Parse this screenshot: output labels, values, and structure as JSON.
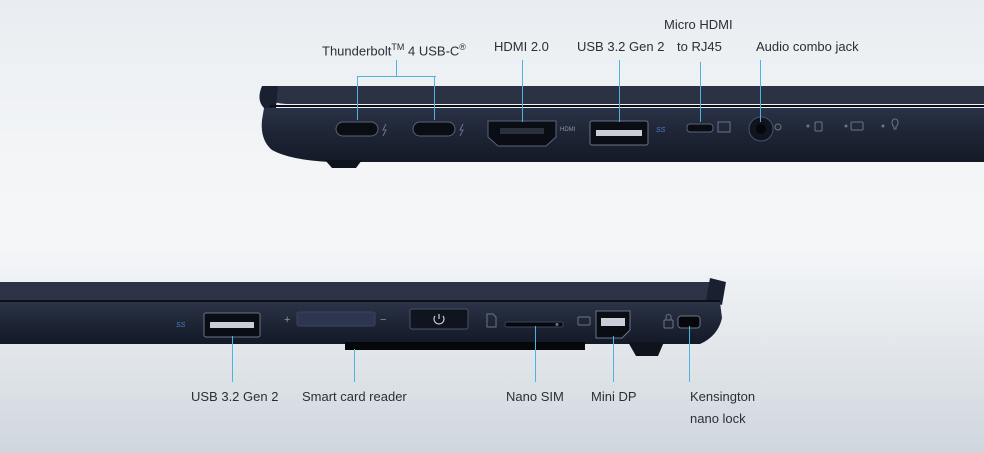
{
  "labels": {
    "thunderbolt_pre": "Thunderbolt",
    "thunderbolt_tm": "TM",
    "thunderbolt_post": " 4 USB-C",
    "thunderbolt_reg": "®",
    "hdmi": "HDMI 2.0",
    "usb_right": "USB 3.2 Gen 2",
    "micro_hdmi_line1": "Micro HDMI",
    "micro_hdmi_line2": "to RJ45",
    "audio": "Audio combo jack",
    "usb_left": "USB 3.2 Gen 2",
    "smartcard": "Smart card reader",
    "nanosim": "Nano SIM",
    "minidp": "Mini DP",
    "kensington_line1": "Kensington",
    "kensington_line2": "nano lock"
  },
  "port_marks": {
    "hdmi_small": "HDMI",
    "ss_right": "SS",
    "ss_left": "SS",
    "plus": "+",
    "minus": "−"
  },
  "colors": {
    "chassis": "#1c2332",
    "chassis_dark": "#121826",
    "leader": "#4fb3e0",
    "port": "#0a0d14"
  }
}
